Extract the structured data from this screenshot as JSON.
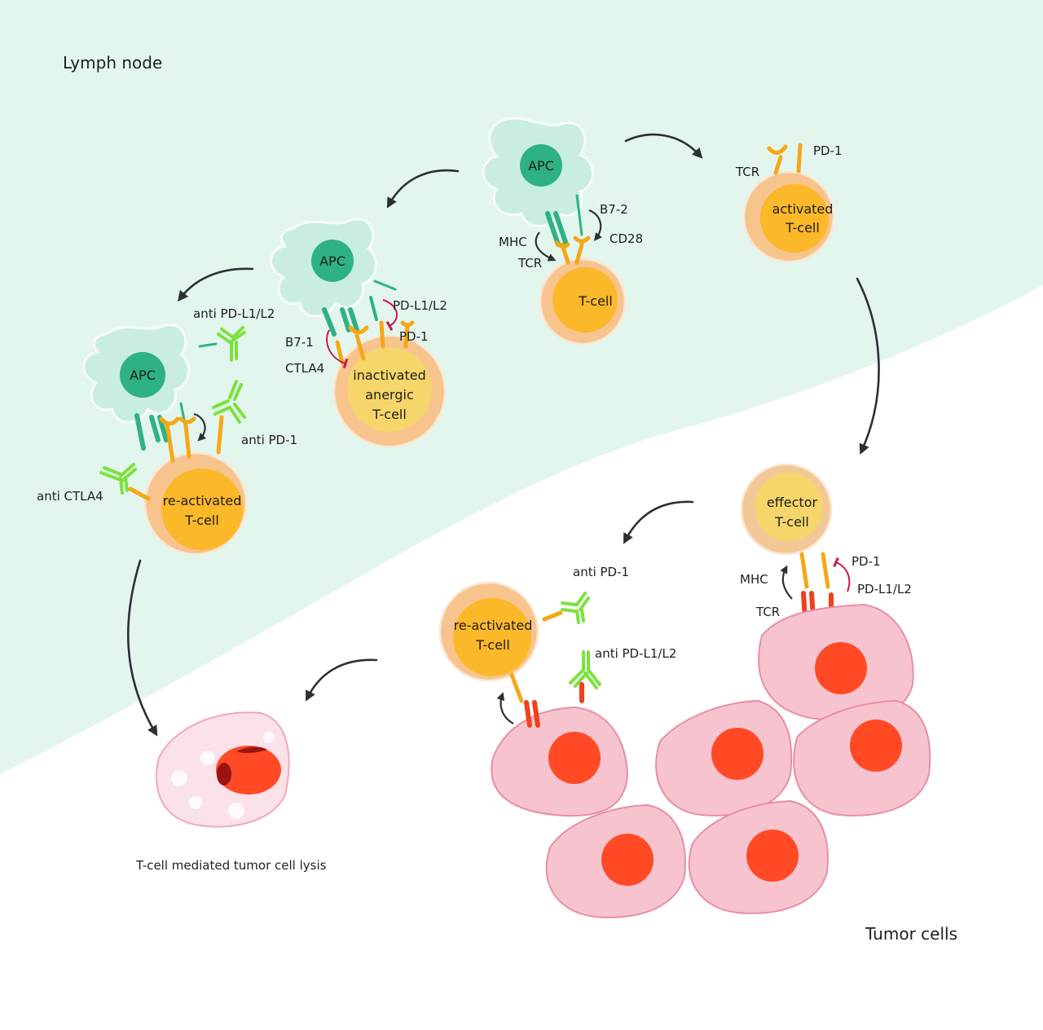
{
  "regions": {
    "lymph_node": "Lymph node",
    "tumor_cells": "Tumor cells",
    "lysis_caption": "T-cell mediated tumor cell lysis"
  },
  "cells": {
    "apc_1": "APC",
    "apc_2": "APC",
    "apc_3": "APC",
    "tcell_naive": "T-cell",
    "tcell_activated": [
      "activated",
      "T-cell"
    ],
    "tcell_anergic": [
      "inactivated",
      "anergic",
      "T-cell"
    ],
    "tcell_reactivated_lymph": [
      "re-activated",
      "T-cell"
    ],
    "tcell_effector": [
      "effector",
      "T-cell"
    ],
    "tcell_reactivated_tumor": [
      "re-activated",
      "T-cell"
    ]
  },
  "labels": {
    "priming": {
      "mhc": "MHC",
      "tcr": "TCR",
      "b72": "B7-2",
      "cd28": "CD28"
    },
    "activated": {
      "tcr": "TCR",
      "pd1": "PD-1"
    },
    "anergic": {
      "pdl1l2": "PD-L1/L2",
      "pd1": "PD-1",
      "b71": "B7-1",
      "ctla4": "CTLA4"
    },
    "lymph_blockade": {
      "anti_pdl1l2": "anti PD-L1/L2",
      "anti_pd1": "anti PD-1",
      "anti_ctla4": "anti CTLA4"
    },
    "effector": {
      "mhc": "MHC",
      "tcr": "TCR",
      "pd1": "PD-1",
      "pdl1l2": "PD-L1/L2"
    },
    "tumor_blockade": {
      "anti_pd1": "anti PD-1",
      "anti_pdl1l2": "anti PD-L1/L2"
    }
  },
  "colors": {
    "lymph_bg": "#e3f6ee",
    "apc": "#2fb282",
    "tcell": "#fbb829",
    "tumor_nucleus": "#ff4a25",
    "antibody": "#7be23c",
    "inhibition": "#c9184a",
    "arrow": "#2b3036"
  }
}
